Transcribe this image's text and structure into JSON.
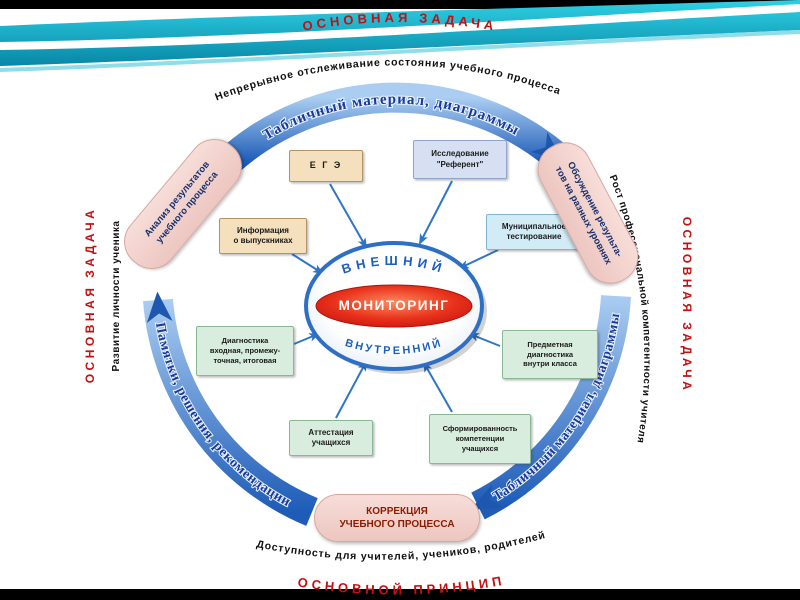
{
  "slide": {
    "banners": {
      "top_red": "ОСНОВНАЯ ЗАДАЧА",
      "top_black": "Непрерывное отслеживание состояния учебного процесса",
      "left_red": "ОСНОВНАЯ ЗАДАЧА",
      "left_black": "Развитие личности ученика",
      "right_red": "ОСНОВНАЯ ЗАДАЧА",
      "right_black": "Рост профессиональной компетентности учителя",
      "bottom_black": "Доступность для учителей, учеников, родителей",
      "bottom_red": "ОСНОВНОЙ ПРИНЦИП"
    },
    "ring": {
      "arc_top": "Табличный материал, диаграммы",
      "arc_bottom_right": "Табличный материал, диаграммы",
      "arc_bottom_left": "Памятки, решения, рекомендации",
      "capsule_left": "Анализ результатов\nучебного процесса",
      "capsule_right": "Обсуждение результа-\nтов на разных уровнях",
      "capsule_bottom": "КОРРЕКЦИЯ\nУЧЕБНОГО ПРОЦЕССА"
    },
    "center": {
      "external": "ВНЕШНИЙ",
      "monitoring": "МОНИТОРИНГ",
      "internal": "ВНУТРЕННИЙ"
    },
    "boxes": [
      {
        "id": "ege",
        "text": "Е Г Э"
      },
      {
        "id": "referent",
        "text": "Исследование\n\"Референт\""
      },
      {
        "id": "graduates-info",
        "text": "Информация\nо выпускниках"
      },
      {
        "id": "municipal-testing",
        "text": "Муниципальное\nтестирование"
      },
      {
        "id": "diagnostics",
        "text": "Диагностика\nвходная, промежу-\nточная, итоговая"
      },
      {
        "id": "subject-diagnostics",
        "text": "Предметная\nдиагностика\nвнутри класса"
      },
      {
        "id": "attestation",
        "text": "Аттестация\nучащихся"
      },
      {
        "id": "competence",
        "text": "Сформированность\nкомпетенции\nучащихся"
      }
    ],
    "colors": {
      "band_blue": "#2264c2",
      "capsule_pink": "#f0cdc6",
      "accent_red": "#c41010",
      "wave_teal": "#0fb4cf",
      "monitor_red": "#d42314"
    }
  }
}
